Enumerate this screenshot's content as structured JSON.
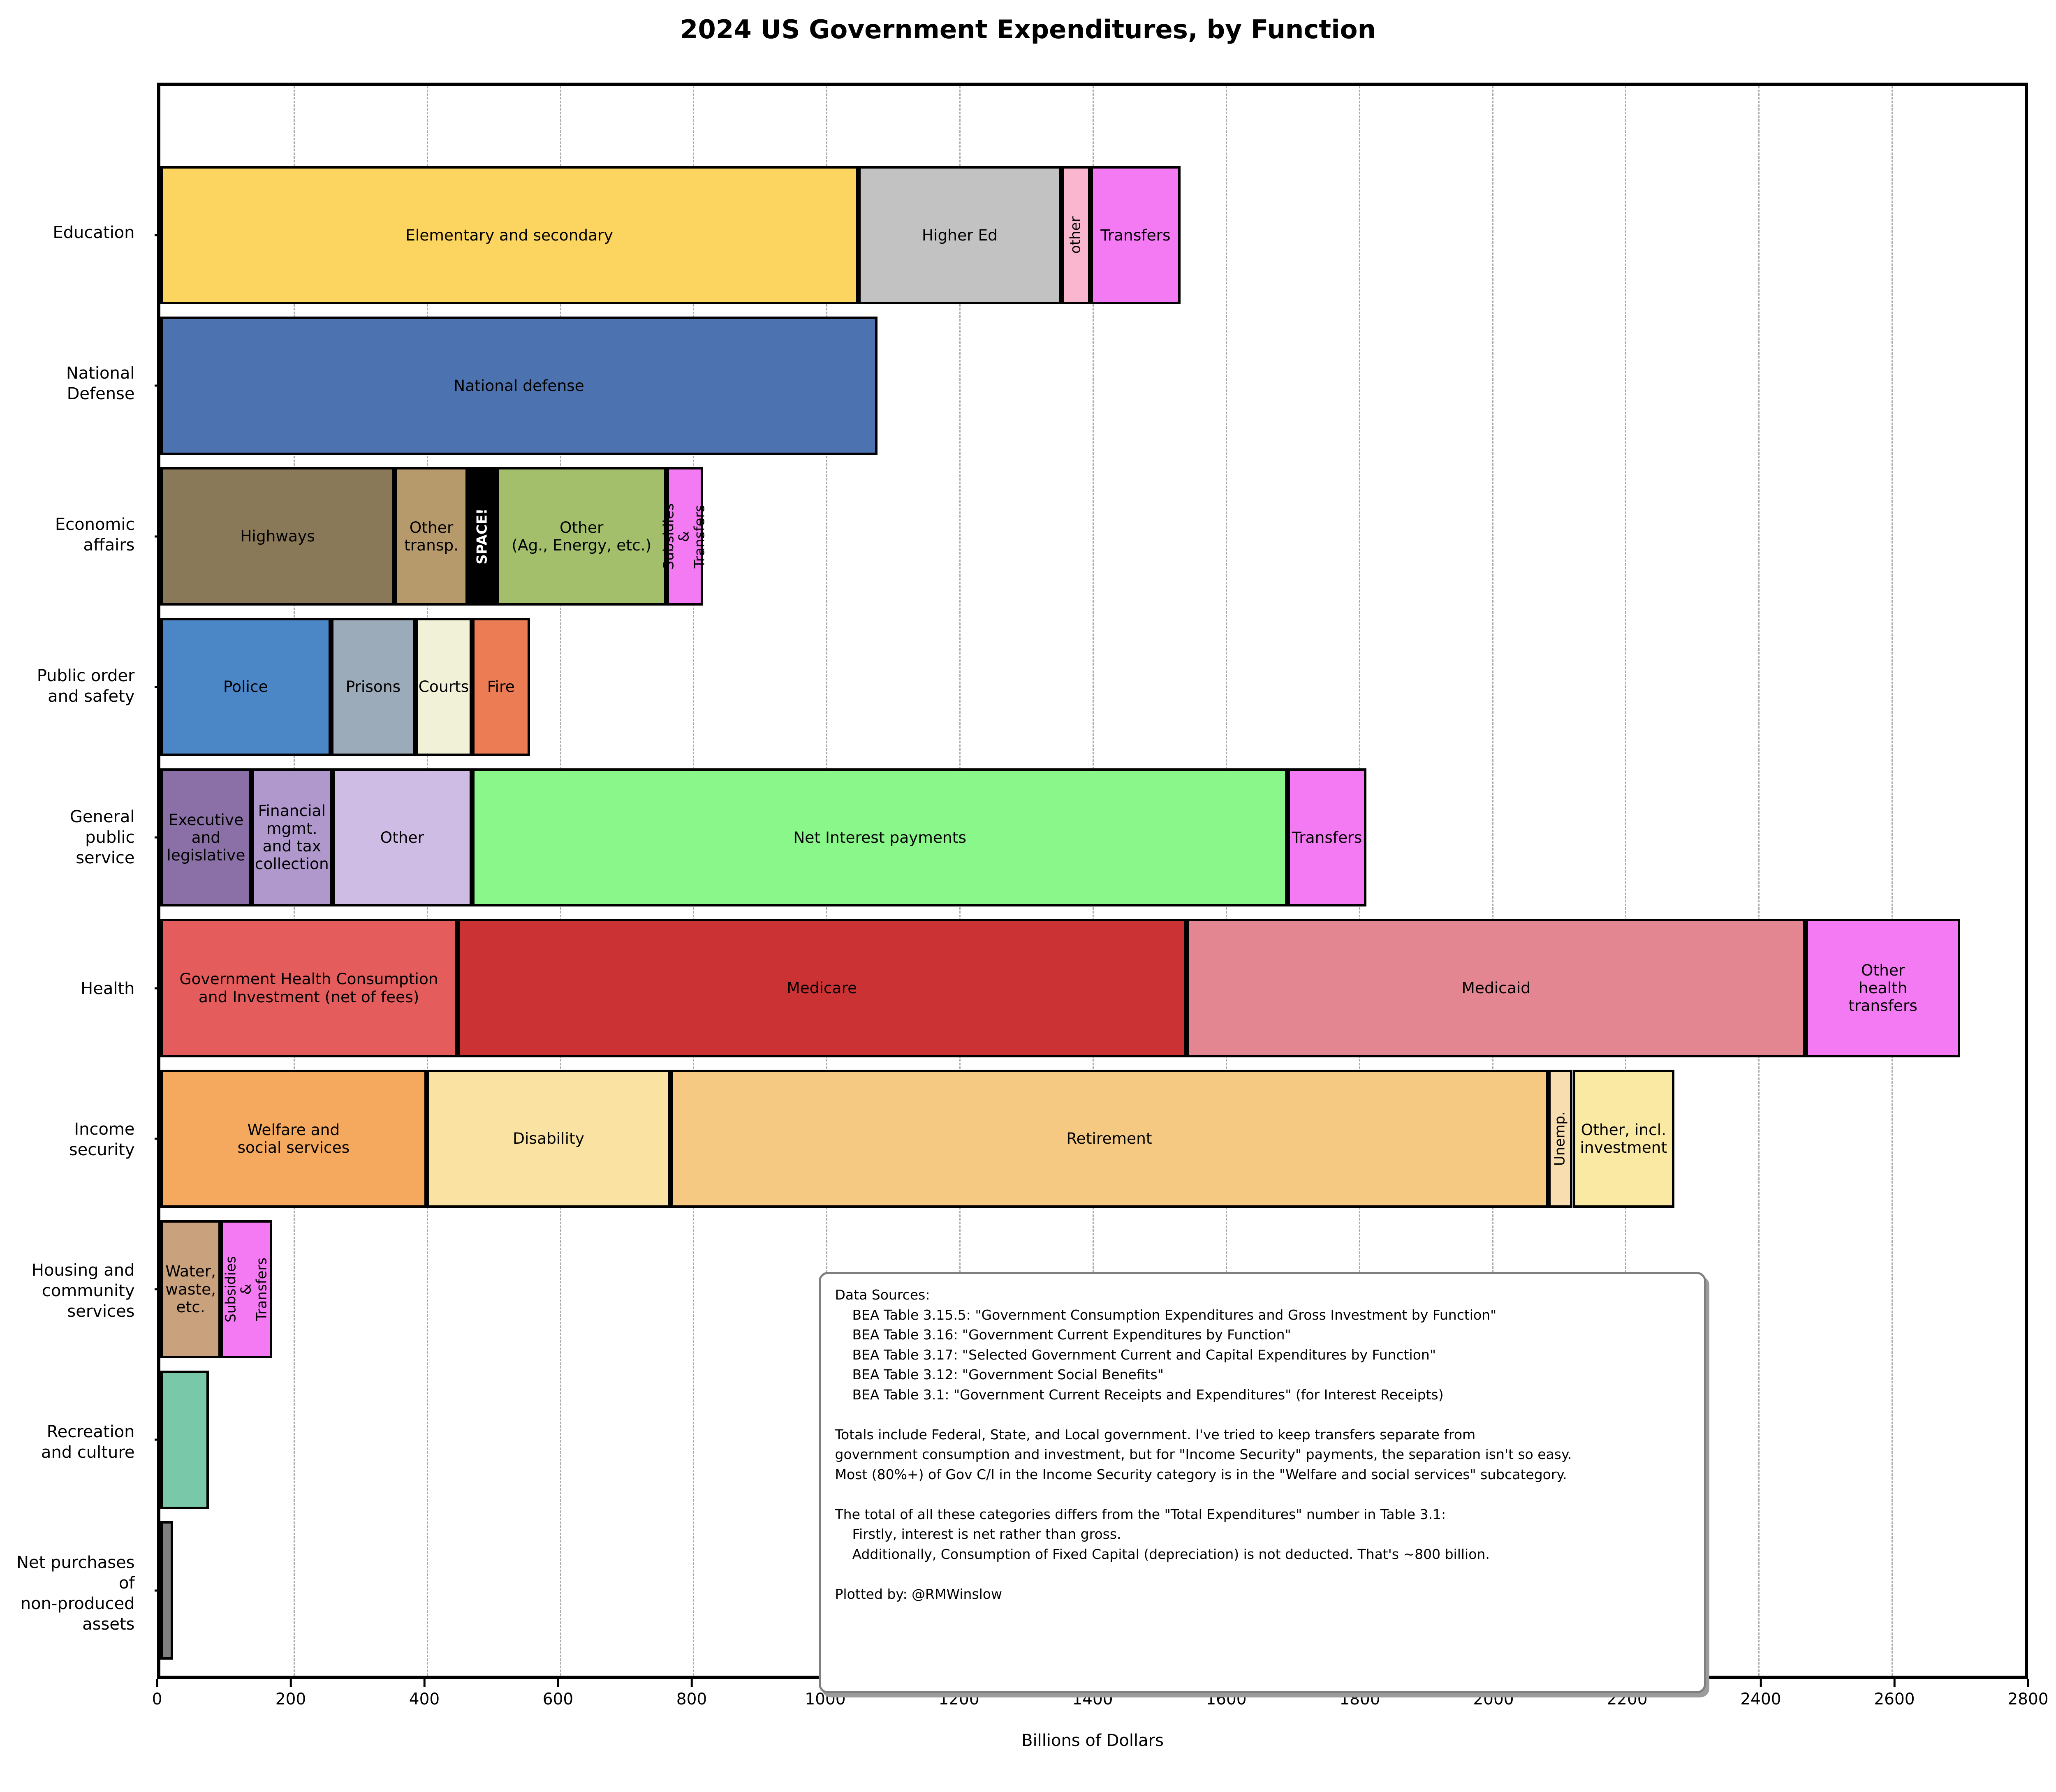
{
  "title": "2024 US Government Expenditures, by Function",
  "xlabel": "Billions of Dollars",
  "annotation": {
    "text": "Data Sources:\n    BEA Table 3.15.5: \"Government Consumption Expenditures and Gross Investment by Function\"\n    BEA Table 3.16: \"Government Current Expenditures by Function\"\n    BEA Table 3.17: \"Selected Government Current and Capital Expenditures by Function\"\n    BEA Table 3.12: \"Government Social Benefits\"\n    BEA Table 3.1: \"Government Current Receipts and Expenditures\" (for Interest Receipts)\n\nTotals include Federal, State, and Local government. I've tried to keep transfers separate from\ngovernment consumption and investment, but for \"Income Security\" payments, the separation isn't so easy.\nMost (80%+) of Gov C/I in the Income Security category is in the \"Welfare and social services\" subcategory.\n\nThe total of all these categories differs from the \"Total Expenditures\" number in Table 3.1:\n    Firstly, interest is net rather than gross.\n    Additionally, Consumption of Fixed Capital (depreciation) is not deducted. That's ~800 billion.\n\nPlotted by: @RMWinslow"
  },
  "chart_data": {
    "type": "bar",
    "orientation": "horizontal",
    "title": "2024 US Government Expenditures, by Function",
    "xlabel": "Billions of Dollars",
    "unit": "billions of dollars",
    "xlim": [
      0,
      2800
    ],
    "xticks": [
      0,
      200,
      400,
      600,
      800,
      1000,
      1200,
      1400,
      1600,
      1800,
      2000,
      2200,
      2400,
      2600,
      2800
    ],
    "grid": "vertical dashed gridlines at each tick",
    "legend": "none (labels drawn inside segments)",
    "categories": [
      "Education",
      "National\nDefense",
      "Economic\naffairs",
      "Public order\nand safety",
      "General\npublic\nservice",
      "Health",
      "Income\nsecurity",
      "Housing and\ncommunity\nservices",
      "Recreation\nand culture",
      "Net purchases of\nnon-produced\nassets"
    ],
    "rows": [
      {
        "category": "Education",
        "total": 1532,
        "segments": [
          {
            "label": "Elementary and secondary",
            "value": 1048,
            "color": "#FBD55F"
          },
          {
            "label": "Higher Ed",
            "value": 305,
            "color": "#C2C2C2"
          },
          {
            "label": "other",
            "value": 44,
            "color": "#FAB6CF",
            "vertical": true
          },
          {
            "label": "Transfers",
            "value": 135,
            "color": "#F47AF4"
          }
        ]
      },
      {
        "category": "National\nDefense",
        "total": 1077,
        "segments": [
          {
            "label": "National defense",
            "value": 1077,
            "color": "#4D72B0"
          }
        ]
      },
      {
        "category": "Economic\naffairs",
        "total": 815,
        "segments": [
          {
            "label": "Highways",
            "value": 352,
            "color": "#8A7958"
          },
          {
            "label": "Other\ntransp.",
            "value": 110,
            "color": "#B79A6B"
          },
          {
            "label": "SPACE!",
            "value": 43,
            "color": "#000000",
            "vertical": true,
            "bold": true,
            "label_color": "#ffffff"
          },
          {
            "label": "Other\n(Ag., Energy, etc.)",
            "value": 255,
            "color": "#A3BF6C"
          },
          {
            "label": "Subsidies\n& Transfers",
            "value": 55,
            "color": "#F47AF4",
            "vertical": true
          }
        ]
      },
      {
        "category": "Public order\nand safety",
        "total": 555,
        "segments": [
          {
            "label": "Police",
            "value": 256,
            "color": "#4B86C6"
          },
          {
            "label": "Prisons",
            "value": 127,
            "color": "#9BABB9"
          },
          {
            "label": "Courts",
            "value": 85,
            "color": "#F1F1D8"
          },
          {
            "label": "Fire",
            "value": 87,
            "color": "#EC7C54"
          }
        ]
      },
      {
        "category": "General\npublic\nservice",
        "total": 1811,
        "segments": [
          {
            "label": "Executive\nand\nlegislative",
            "value": 137,
            "color": "#8B70A7"
          },
          {
            "label": "Financial\nmgmt.\nand tax\ncollection",
            "value": 121,
            "color": "#B098CC"
          },
          {
            "label": "Other",
            "value": 210,
            "color": "#CFBCE4"
          },
          {
            "label": "Net Interest payments",
            "value": 1225,
            "color": "#8AF78A"
          },
          {
            "label": "Transfers",
            "value": 118,
            "color": "#F47AF4"
          }
        ]
      },
      {
        "category": "Health",
        "total": 2703,
        "segments": [
          {
            "label": "Government Health Consumption\nand Investment (net of fees)",
            "value": 446,
            "color": "#E55C5C"
          },
          {
            "label": "Medicare",
            "value": 1095,
            "color": "#CB3234"
          },
          {
            "label": "Medicaid",
            "value": 930,
            "color": "#E48592"
          },
          {
            "label": "Other\nhealth\ntransfers",
            "value": 232,
            "color": "#F47AF4"
          }
        ]
      },
      {
        "category": "Income\nsecurity",
        "total": 2274,
        "segments": [
          {
            "label": "Welfare and\nsocial services",
            "value": 400,
            "color": "#F5A95E"
          },
          {
            "label": "Disability",
            "value": 366,
            "color": "#FAE3A2"
          },
          {
            "label": "Retirement",
            "value": 1318,
            "color": "#F6C983"
          },
          {
            "label": "Unemp.",
            "value": 37,
            "color": "#F8DDB0",
            "vertical": true
          },
          {
            "label": "Other, incl.\ninvestment",
            "value": 153,
            "color": "#FAE9A2"
          }
        ]
      },
      {
        "category": "Housing and\ncommunity\nservices",
        "total": 168,
        "segments": [
          {
            "label": "Water,\nwaste,\netc.",
            "value": 91,
            "color": "#C9A17C"
          },
          {
            "label": "Subsidies\n& Transfers",
            "value": 77,
            "color": "#F47AF4",
            "vertical": true
          }
        ]
      },
      {
        "category": "Recreation\nand culture",
        "total": 73,
        "segments": [
          {
            "label": "",
            "value": 73,
            "color": "#79C8A9"
          }
        ]
      },
      {
        "category": "Net purchases of\nnon-produced\nassets",
        "total": 19,
        "segments": [
          {
            "label": "",
            "value": 19,
            "color": "#7F7F7F"
          }
        ]
      }
    ]
  }
}
